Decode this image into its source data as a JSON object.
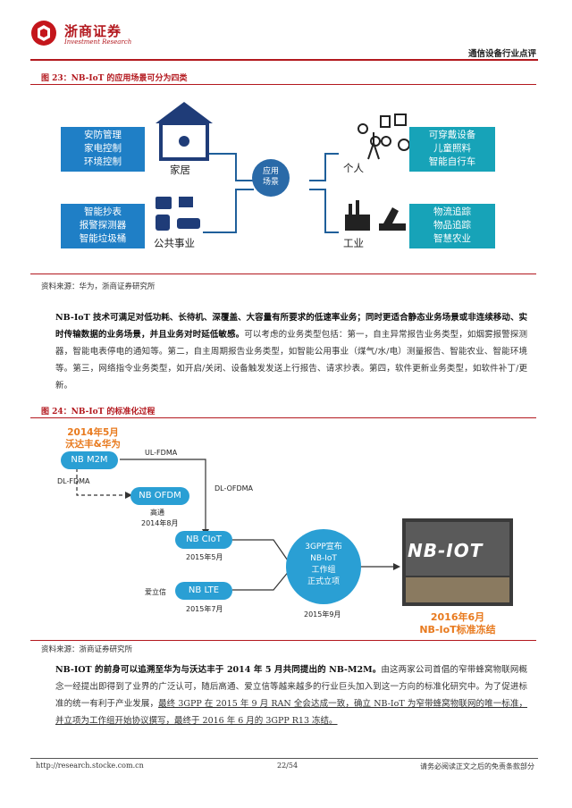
{
  "header": {
    "brand_cn": "浙商证券",
    "brand_en": "Investment Research",
    "report_type": "通信设备行业点评"
  },
  "fig23": {
    "caption": "图 23：NB-IoT 的应用场景可分为四类",
    "center": "应用\n场景",
    "home": {
      "label": "家居",
      "items": [
        "安防管理",
        "家电控制",
        "环境控制"
      ]
    },
    "public": {
      "label": "公共事业",
      "items": [
        "智能抄表",
        "报警探测器",
        "智能垃圾桶"
      ]
    },
    "personal": {
      "label": "个人",
      "items": [
        "可穿戴设备",
        "儿童照料",
        "智能自行车"
      ]
    },
    "industry": {
      "label": "工业",
      "items": [
        "物流追踪",
        "物品追踪",
        "智慧农业"
      ]
    },
    "source": "资料来源：华为，浙商证券研究所"
  },
  "para1": {
    "bold": "NB-IoT 技术可满足对低功耗、长待机、深覆盖、大容量有所要求的低速率业务；同时更适合静态业务场景或非连续移动、实时传输数据的业务场景，并且业务对时延低敏感。",
    "rest": "可以考虑的业务类型包括：第一，自主异常报告业务类型，如烟雾报警探测器，智能电表停电的通知等。第二，自主周期报告业务类型，如智能公用事业（煤气/水/电）测量报告、智能农业、智能环境等。第三，网络指令业务类型，如开启/关闭、设备触发发送上行报告、请求抄表。第四，软件更新业务类型，如软件补丁/更新。"
  },
  "fig24": {
    "caption": "图 24：NB-IoT 的标准化过程",
    "top_date": "2014年5月",
    "top_parties": "沃达丰&华为",
    "nb_m2m": "NB M2M",
    "ul_fdma": "UL-FDMA",
    "dl_fdma": "DL-FDMA",
    "nb_ofdm": "NB OFDM",
    "qualcomm": "高通",
    "qualcomm_date": "2014年8月",
    "dl_ofdma": "DL-OFDMA",
    "nb_ciot": "NB CIoT",
    "ciot_date": "2015年5月",
    "ericsson": "爱立信",
    "nb_lte": "NB LTE",
    "lte_date": "2015年7月",
    "circle_lines": [
      "3GPP宣布",
      "NB-IoT",
      "工作组",
      "正式立项"
    ],
    "circle_date": "2015年9月",
    "photo_text": "NB-IOT",
    "final_date": "2016年6月",
    "final_text": "NB-IoT标准冻结",
    "source": "资料来源：浙商证券研究所"
  },
  "para2": {
    "bold": "NB-IOT 的前身可以追溯至华为与沃达丰于 2014 年 5 月共同提出的 NB-M2M。",
    "rest1": "由这两家公司首倡的窄带蜂窝物联网概念一经提出即得到了业界的广泛认可，随后高通、爱立信等越来越多的行业巨头加入到这一方向的标准化研究中。为了促进标准的统一有利于产业发展，",
    "underline": "最终 3GPP 在 2015 年 9 月 RAN 全会达成一致，确立 NB-IoT 为窄带蜂窝物联网的唯一标准，并立项为工作组开始协议撰写，最终于 2016 年 6 月的 3GPP R13 冻结。"
  },
  "footer": {
    "url": "http://research.stocke.com.cn",
    "page": "22/54",
    "disclaimer": "请务必阅读正文之后的免责条款部分"
  }
}
